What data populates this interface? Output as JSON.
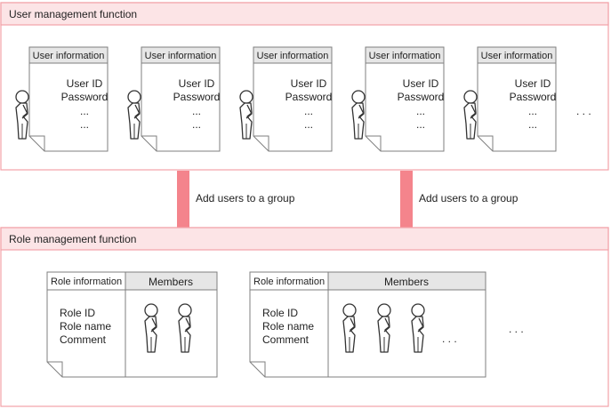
{
  "colors": {
    "section_header_fill": "#fce4e6",
    "section_border": "#f2a2a8",
    "arrow": "#f4848c",
    "card_border": "#7f7f7f",
    "card_header_fill": "#e6e6e6"
  },
  "user_section": {
    "title": "User management function",
    "cards": [
      {
        "header": "User information",
        "lines": [
          "User ID",
          "Password",
          "...",
          "..."
        ]
      },
      {
        "header": "User information",
        "lines": [
          "User ID",
          "Password",
          "...",
          "..."
        ]
      },
      {
        "header": "User information",
        "lines": [
          "User ID",
          "Password",
          "...",
          "..."
        ]
      },
      {
        "header": "User information",
        "lines": [
          "User ID",
          "Password",
          "...",
          "..."
        ]
      },
      {
        "header": "User information",
        "lines": [
          "User ID",
          "Password",
          "...",
          "..."
        ]
      }
    ],
    "more": ". . ."
  },
  "arrows": [
    {
      "label": "Add users to a group"
    },
    {
      "label": "Add users to a group"
    }
  ],
  "role_section": {
    "title": "Role management function",
    "roles": [
      {
        "info_header": "Role information",
        "members_header": "Members",
        "lines": [
          "Role ID",
          "Role name",
          "Comment"
        ],
        "member_count": 2,
        "members_more": ""
      },
      {
        "info_header": "Role information",
        "members_header": "Members",
        "lines": [
          "Role ID",
          "Role name",
          "Comment"
        ],
        "member_count": 3,
        "members_more": ". . ."
      }
    ],
    "more": ". . ."
  }
}
